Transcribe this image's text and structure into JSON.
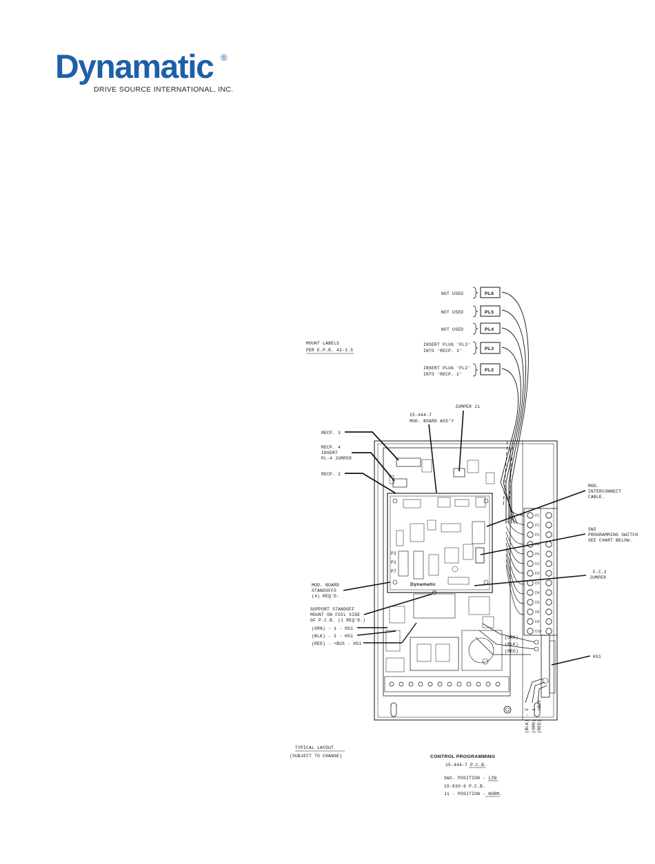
{
  "brand": {
    "name": "Dynamatic",
    "registered": "®",
    "tagline": "DRIVE SOURCE INTERNATIONAL, INC.",
    "color": "#1f5fa8"
  },
  "plugs": [
    {
      "note": "NOT  USED",
      "note2": "",
      "id": "PL6"
    },
    {
      "note": "NOT  USED",
      "note2": "",
      "id": "PL5"
    },
    {
      "note": "NOT  USED",
      "note2": "",
      "id": "PL4"
    },
    {
      "note": "INSERT  PLUG  'PL3'",
      "note2": "INTO  'RECP. 3'",
      "id": "PL3"
    },
    {
      "note": "INSERT  PLUG  'PL2'",
      "note2": "INTO  'RECP. 2'",
      "id": "PL2"
    }
  ],
  "labels": {
    "mount1": "MOUNT  LABELS",
    "mount2": "PER  E.P.R.  42-3.5",
    "mod_num": "15-444-7",
    "mod_assy": "MOD.  BOARD  ASS'Y",
    "jumper_j1": "JUMPER  J1",
    "recp3": "RECP.  3",
    "recp4a": "RECP.  4",
    "recp4b": "INSERT",
    "recp4c": "PL-4  JUMPER",
    "recp2": "RECP.  2",
    "mod_ic1": "MOD.",
    "mod_ic2": "INTERCONNECT",
    "mod_ic3": "CABLE.",
    "sw2a": "SW2",
    "sw2b": "PROGRAMMING  SWITCH",
    "sw2c": "SEE  CHART  BELOW.",
    "fc2a": "F.C.2",
    "fc2b": "JUMPER",
    "stand1": "MOD.  BOARD",
    "stand2": "STANDOFFS",
    "stand3": "(4)  REQ'D.",
    "sup1": "SUPPORT  STANDOFF",
    "sup2": "MOUNT  ON  FOIL  SIDE",
    "sup3": "OF  P.C.B.  (1 REQ'D.)",
    "w1": "(ORN) - 1 - HS1",
    "w2": "(BLK) - 2 - HS1",
    "w3": "(RED) - +BUS - HS1",
    "orn": "(ORN)",
    "blk": "(BLK)",
    "red": "(RED)",
    "hs1": "HS1",
    "v_blk": "(BLK) - 2",
    "v_orn": "(ORN) - 1",
    "v_red": "(RED) - +BUS",
    "board_name": "Dynamatic",
    "p2": "P2",
    "p1": "P1",
    "p7": "P7",
    "typ1": "TYPICAL  LAYOUT",
    "typ2": "(SUBJECT  TO  CHANGE)"
  },
  "terminals": [
    "P1",
    "P2",
    "P3",
    "P4",
    "P5",
    "D1",
    "D2",
    "D3",
    "D4",
    "D5",
    "D6",
    "D9",
    "D10"
  ],
  "programming": {
    "title": "CONTROL   PROGRAMMING",
    "pcb1": "15-444-7  P.C.B.",
    "sw2": "SW2- POSITION - LIN",
    "pcb2": "15-830-6  P.C.B.",
    "j1": "J1 - POSITION -  NORM."
  }
}
